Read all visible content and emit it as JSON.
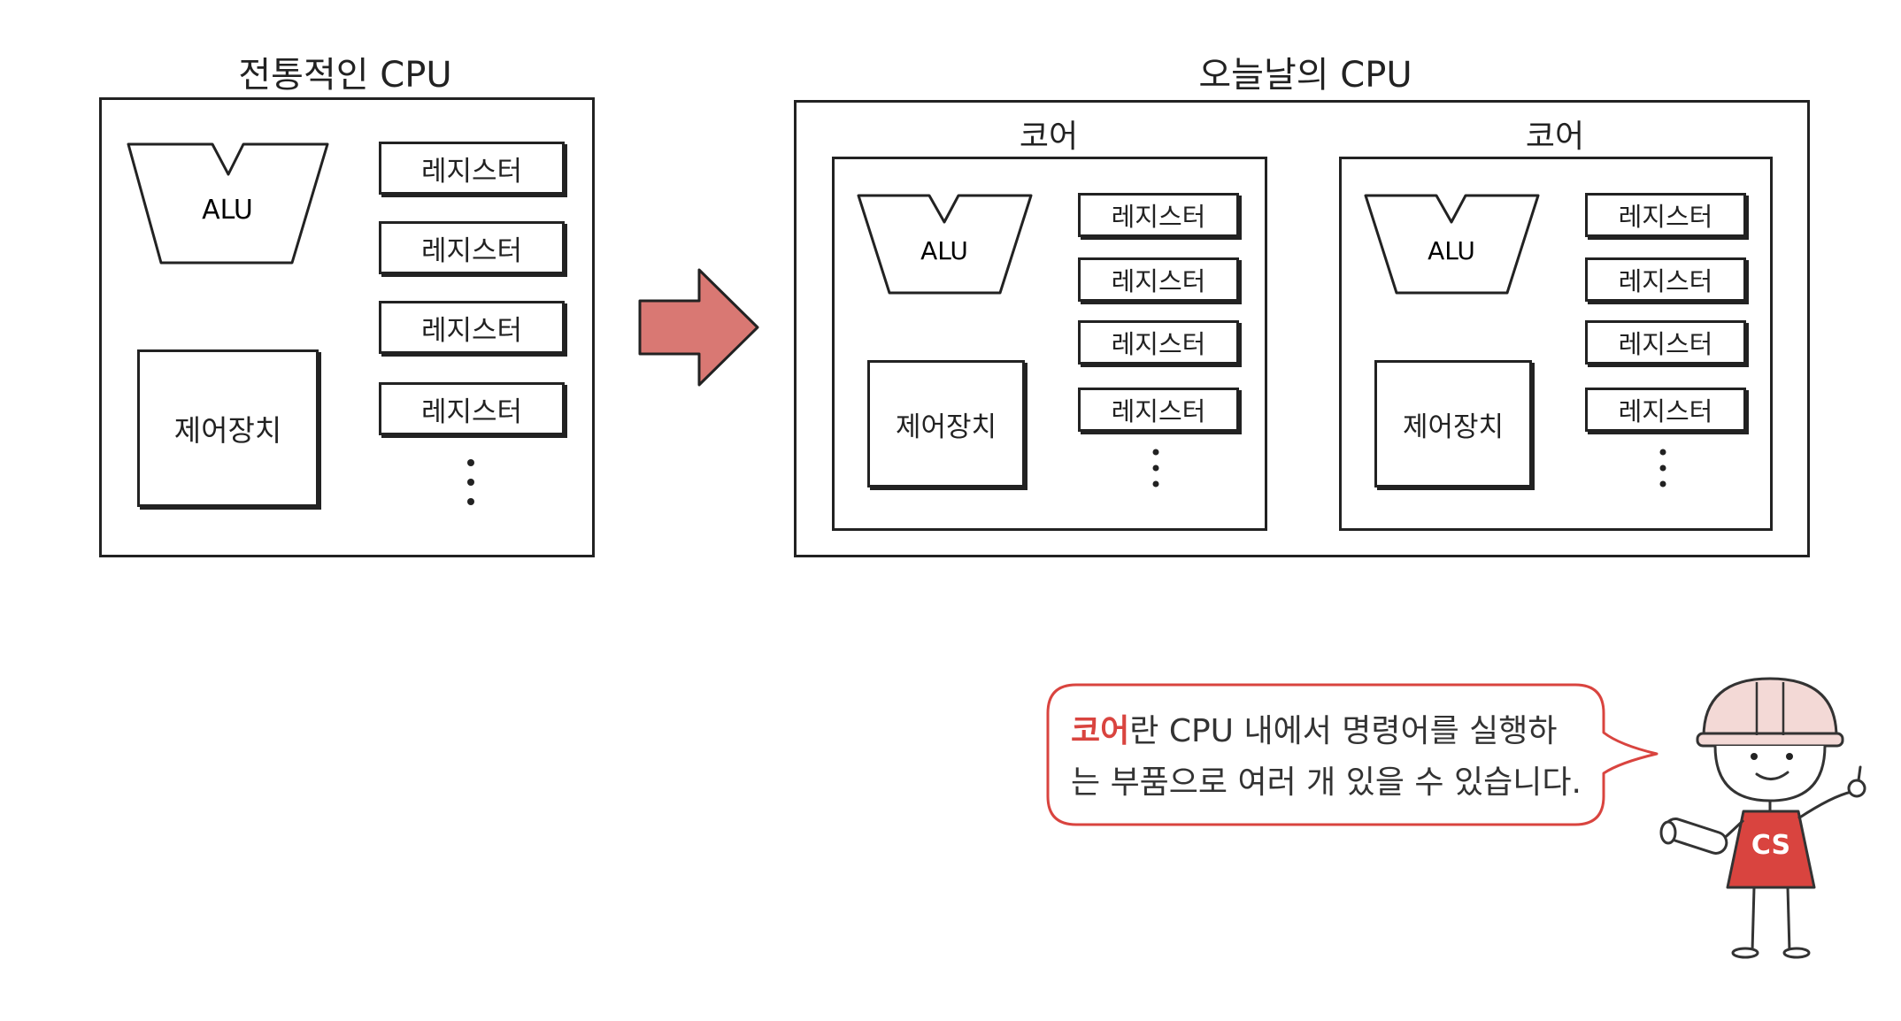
{
  "left": {
    "title": "전통적인 CPU",
    "alu": "ALU",
    "control": "제어장치",
    "registers": [
      "레지스터",
      "레지스터",
      "레지스터",
      "레지스터"
    ]
  },
  "right": {
    "title": "오늘날의 CPU",
    "cores": [
      {
        "title": "코어",
        "alu": "ALU",
        "control": "제어장치",
        "registers": [
          "레지스터",
          "레지스터",
          "레지스터",
          "레지스터"
        ]
      },
      {
        "title": "코어",
        "alu": "ALU",
        "control": "제어장치",
        "registers": [
          "레지스터",
          "레지스터",
          "레지스터",
          "레지스터"
        ]
      }
    ]
  },
  "bubble": {
    "highlight": "코어",
    "rest_line1": "란 CPU 내에서 명령어를 실행하",
    "line2": "는 부품으로 여러 개 있을 수 있습니다."
  },
  "mascot": {
    "shirt_text": "CS"
  },
  "colors": {
    "arrow": "#d97873",
    "accent": "#d9443f",
    "shirt": "#d9443f",
    "helmet": "#f3d9d6"
  }
}
